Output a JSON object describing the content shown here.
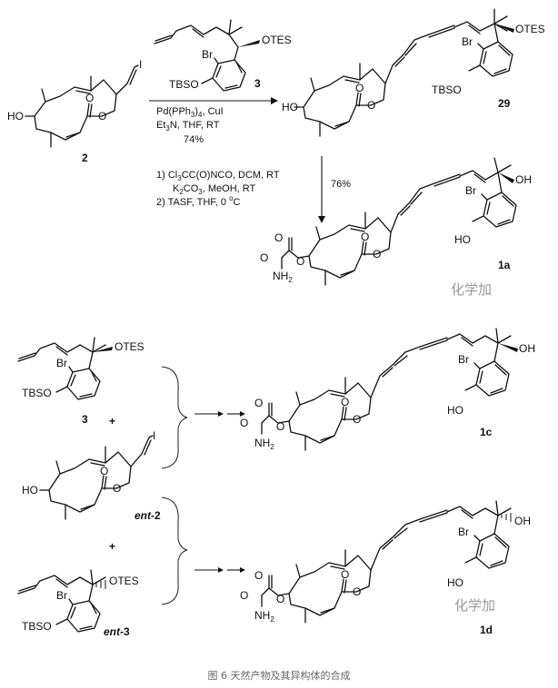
{
  "labels": {
    "I": "I",
    "OTES": "OTES",
    "Br": "Br",
    "TBSO": "TBSO",
    "HO": "HO",
    "O": "O",
    "OH": "OH",
    "NH2": "NH",
    "NH2_sub": "2"
  },
  "compounds": {
    "c2": "2",
    "c3": "3",
    "c29": "29",
    "c1a": "1a",
    "c1c": "1c",
    "c1d": "1d",
    "ent2_prefix": "ent",
    "ent2_num": "-2",
    "ent3_prefix": "ent",
    "ent3_num": "-3"
  },
  "step1": {
    "line1_a": "Pd(PPh",
    "line1_sub": "3",
    "line1_b": ")",
    "line1_sub2": "4",
    "line1_c": ", CuI",
    "line2_a": "Et",
    "line2_sub": "3",
    "line2_b": "N, THF, RT",
    "yield": "74%"
  },
  "step2": {
    "line1_a": "1) Cl",
    "line1_sub": "3",
    "line1_b": "CC(O)NCO, DCM, RT",
    "line2_a": "K",
    "line2_sub": "2",
    "line2_b": "CO",
    "line2_sub2": "3",
    "line2_c": ", MeOH, RT",
    "line3_a": "2) TASF, THF, 0 ",
    "line3_sup": "o",
    "line3_b": "C",
    "yield": "76%"
  },
  "plus": "+",
  "watermark": "化学加",
  "caption": "图 6 天然产物及其异构体的合成"
}
